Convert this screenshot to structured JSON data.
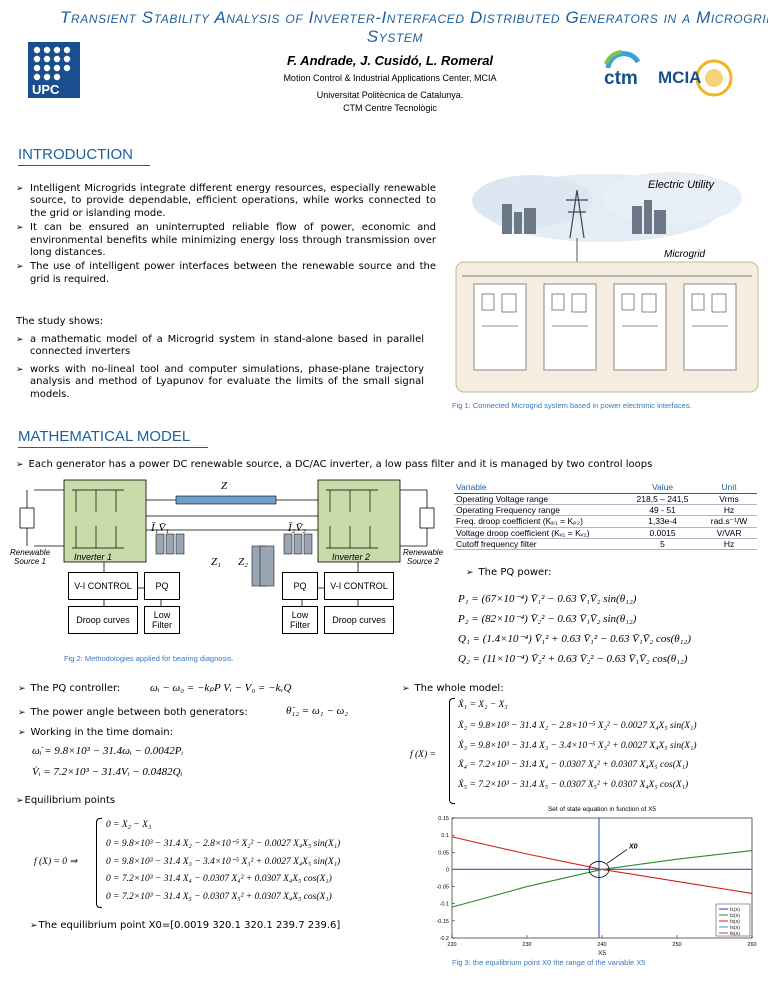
{
  "header": {
    "title_line1": "Transient Stability Analysis of Inverter-Interfaced Distributed Generators in a Microgrid",
    "title_line2": "System",
    "authors": "F. Andrade, J. Cusidó, L. Romeral",
    "affiliation_lines": [
      "Motion Control & Industrial Applications Center, MCIA",
      "Universitat Politècnica de Catalunya.",
      "CTM Centre Tecnològic"
    ],
    "logos": {
      "left": "UPC",
      "middle": "ctm",
      "right": "MCIA"
    }
  },
  "introduction": {
    "heading": "INTRODUCTION",
    "bullets": [
      "Intelligent Microgrids integrate different energy resources, especially renewable source, to provide dependable, efficient operations, while works connected to the grid or islanding mode.",
      "It can be ensured an uninterrupted reliable flow of power, economic and environmental benefits while minimizing energy loss through transmission over long distances.",
      "The use of intelligent power interfaces between the renewable source and the grid is required."
    ],
    "study_label": "The study shows:",
    "study_bullets": [
      " a mathematic model of a Microgrid system in stand-alone based in parallel connected inverters",
      "works with no-lineal tool and computer simulations, phase-plane trajectory analysis and method of Lyapunov for evaluate the limits of the small signal models."
    ],
    "fig1": {
      "label_utility": "Electric Utility",
      "label_microgrid": "Microgrid",
      "caption": "Fig 1: Connected Microgrid system based in power electronic interfaces."
    }
  },
  "math_model": {
    "heading": "MATHEMATICAL MODEL",
    "intro_bullet": "Each generator has a power DC renewable source, a DC/AC inverter, a low pass filter and it is managed by two control loops",
    "fig2": {
      "z_label": "Z",
      "i1v1": "Ī₁V̄₁",
      "i2v2": "Ī₂V̄₂",
      "z1": "Z₁",
      "z2": "Z₂",
      "inverter1": "Inverter 1",
      "inverter2": "Inverter 2",
      "source1": "Renewable Source 1",
      "source2": "Renewable Source 2",
      "left_boxes": {
        "vi": "V-I CONTROL",
        "pq": "PQ",
        "droop": "Droop curves",
        "filter": "Low Filter"
      },
      "right_boxes": {
        "pq": "PQ",
        "vi": "V-I CONTROL",
        "filter": "Low Filter",
        "droop": "Droop curves"
      },
      "caption": "Fig 2: Methodologies applied for bearing diagnosis."
    },
    "table": {
      "headers": [
        "Variable",
        "Value",
        "Unit"
      ],
      "rows": [
        [
          "Operating Voltage range",
          "218,5 – 241,5",
          "Vrms"
        ],
        [
          "Operating Frequency range",
          "49 - 51",
          "Hz"
        ],
        [
          "Freq. droop coefficient (Kₚ₁ = Kₚ₂)",
          "1,33e-4",
          "rad.s⁻¹/W"
        ],
        [
          "Voltage droop coefficient (Kᵥ₁ = Kᵥ₂)",
          "0.0015",
          "V/VAR"
        ],
        [
          "Cutoff frequency filter",
          "5",
          "Hz"
        ]
      ]
    },
    "pq_power_label": "The PQ power:",
    "pq_equations": [
      "P₁ = (67×10⁻⁴) V̄₁² − 0.63 V̄₁V̄₂ sin(θ₁₂)",
      "P₂ = (82×10⁻⁴) V̄₂² − 0.63 V̄₁V̄₂ sin(θ₁₂)",
      "Q₁ = (1.4×10⁻⁴) V̄₁² + 0.63 V̄₁² − 0.63 V̄₁V̄₂ cos(θ₁₂)",
      "Q₂ = (11×10⁻⁴) V̄₂² + 0.63 V̄₂² − 0.63 V̄₁V̄₂ cos(θ₁₂)"
    ],
    "pq_controller_label": "The PQ controller:",
    "pq_controller_eq": "ωᵢ − ω₀ = −kₚP     Vᵢ − V₀ = −kᵥQ",
    "power_angle_label": "The power angle between both generators:",
    "power_angle_eq": "θ̇₁₂ = ω₁ − ω₂",
    "time_domain_label": "Working in the time domain:",
    "time_domain_eqs": [
      "ω̇ᵢ = 9.8×10³ − 31.4ωᵢ − 0.0042Pᵢ",
      "V̇ᵢ = 7.2×10³ − 31.4Vᵢ − 0.0482Qᵢ"
    ],
    "whole_model_label": "The whole model:",
    "whole_model_prefix": "f (X) =",
    "whole_model_eqs": [
      "Ẋ₁ = X₂ − X₃",
      "Ẋ₂ = 9.8×10³ − 31.4 X₂ − 2.8×10⁻⁵ X₂² − 0.0027 X₄X₅ sin(X₁)",
      "Ẋ₃ = 9.8×10³ − 31.4 X₃ − 3.4×10⁻⁵ X₃² + 0.0027 X₄X₅ sin(X₁)",
      "Ẋ₄ = 7.2×10³ − 31.4 X₄ − 0.0307 X₄² + 0.0307 X₄X₅ cos(X₁)",
      "Ẋ₅ = 7.2×10³ − 31.4 X₅ − 0.0307 X₅² + 0.0307 X₄X₅ cos(X₁)"
    ],
    "equilibrium_label": "Equilibrium points",
    "equilibrium_prefix": "f (X) = 0 ⇒",
    "equilibrium_eqs": [
      "0 = X₂ − X₃",
      "0 = 9.8×10³ − 31.4 X₂ − 2.8×10⁻⁵ X₂² − 0.0027 X₄X₅ sin(X₁)",
      "0 = 9.8×10³ − 31.4 X₃ − 3.4×10⁻⁵ X₃² + 0.0027 X₄X₅ sin(X₁)",
      "0 = 7.2×10³ − 31.4 X₄ − 0.0307 X₄² + 0.0307 X₄X₅ cos(X₁)",
      "0 = 7.2×10³ − 31.4 X₅ − 0.0307 X₅² + 0.0307 X₄X₅ cos(X₁)"
    ],
    "equilibrium_point_text": "The equilibrium point X0=[0.0019 320.1 320.1 239.7 239.6]",
    "fig3_caption": "Fig 3: the equilibrium point X0 the range of the variable X5"
  },
  "chart_data": {
    "type": "line",
    "title": "Set of state equation in function of X5",
    "xlabel": "X5",
    "ylabel": "",
    "xlim": [
      220,
      260
    ],
    "ylim": [
      -0.2,
      0.15
    ],
    "xticks": [
      220,
      230,
      240,
      250,
      260
    ],
    "yticks": [
      -0.2,
      -0.15,
      -0.1,
      -0.05,
      0,
      0.05,
      0.1,
      0.15
    ],
    "grid": false,
    "legend_position": "bottom-right",
    "annotation": {
      "text": "X0",
      "x": 239.6,
      "y": 0
    },
    "series": [
      {
        "name": "f1(X)",
        "color": "#1f3fbf",
        "x": [
          220,
          230,
          240,
          250,
          260
        ],
        "y": [
          0,
          0,
          0,
          0,
          0
        ]
      },
      {
        "name": "f2(X)",
        "color": "#2e8b2e",
        "x": [
          220,
          230,
          240,
          250,
          260
        ],
        "y": [
          -0.11,
          -0.05,
          0.0,
          0.03,
          0.055
        ]
      },
      {
        "name": "f3(X)",
        "color": "#d62020",
        "x": [
          220,
          230,
          240,
          250,
          260
        ],
        "y": [
          0.095,
          0.045,
          0.0,
          -0.035,
          -0.07
        ]
      },
      {
        "name": "f4(X)",
        "color": "#16b6c4",
        "x": [
          220,
          230,
          240,
          250,
          260
        ],
        "y": [
          0,
          0,
          0,
          0,
          0
        ]
      },
      {
        "name": "f5(X)",
        "color": "#b23ab2",
        "x": [
          220,
          230,
          240,
          250,
          260
        ],
        "y": [
          0,
          0,
          0,
          0,
          0
        ]
      }
    ]
  }
}
